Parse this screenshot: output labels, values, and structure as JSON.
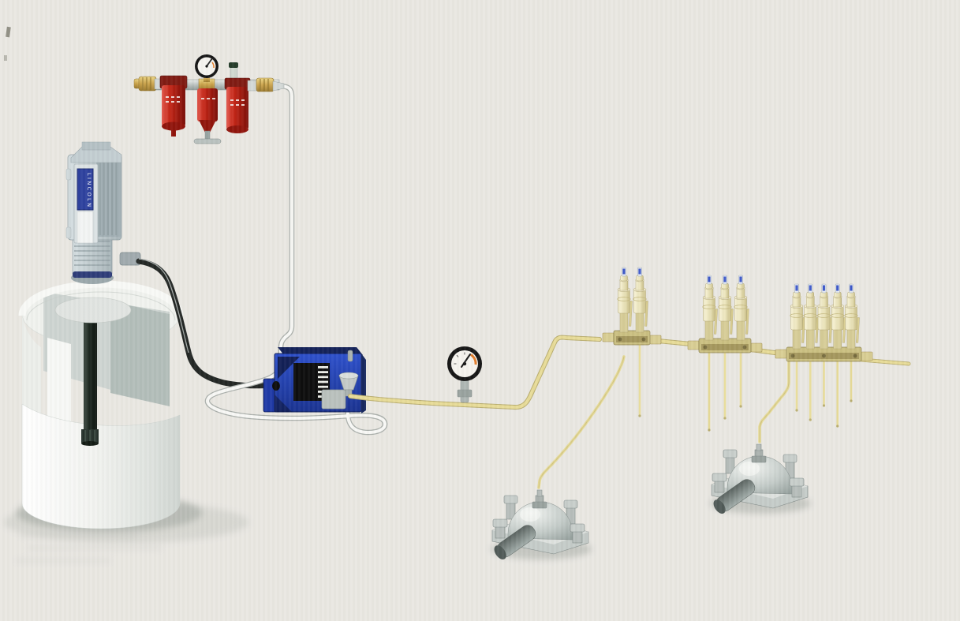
{
  "description": "Centralized grease lubrication system illustration",
  "colors": {
    "background": "#e9e7e2",
    "air_bowl_red": "#c32314",
    "pump_label_blue": "#2b3f9d",
    "metering_unit_blue": "#2442b6",
    "feed_line_yellow": "#e7db97",
    "feed_line_edge": "#b9ad6e",
    "injector_cream": "#ece5bc",
    "indicator_blue": "#3a56c8",
    "gauge_accent_orange": "#e07a28",
    "hose_black": "#202422",
    "air_line_white": "#f8f8f5",
    "metal_gray": "#c3c9c7"
  },
  "pump": {
    "label_text": "LINCOLN"
  },
  "air_preparation": {
    "bowl_count": 3,
    "elements": [
      "filter",
      "regulator",
      "lubricator"
    ],
    "gauge_count": 1
  },
  "metering_unit": {
    "vent_bar_count": 7
  },
  "injector_groups": [
    {
      "injector_count": 2
    },
    {
      "injector_count": 3
    },
    {
      "injector_count": 5
    }
  ],
  "bearings": {
    "count": 2
  }
}
